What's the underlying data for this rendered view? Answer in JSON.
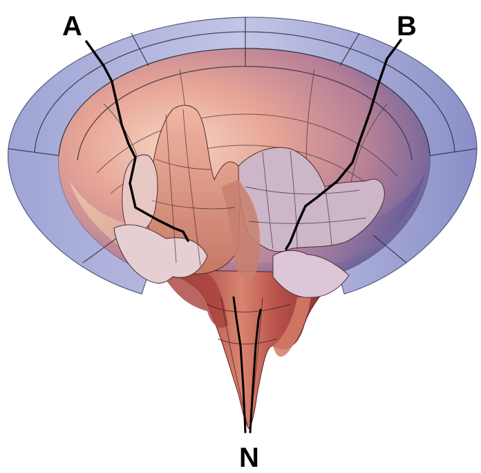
{
  "labels": {
    "a": "A",
    "b": "B",
    "n": "N"
  },
  "colors": {
    "rim_outer": "#a5a9d3",
    "rim_inner": "#7c82bb",
    "bowl_warm": "#e8a69a",
    "bowl_cool": "#6c6aa6",
    "grid_line": "#2f2f3a",
    "leader_line": "#000000",
    "funnel_dark": "#9a3b37",
    "funnel_light": "#d97a68"
  }
}
